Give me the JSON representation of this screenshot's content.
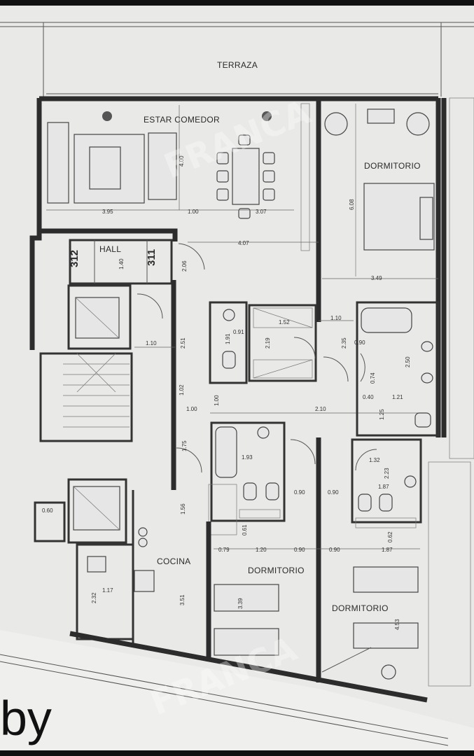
{
  "plan": {
    "rooms": {
      "terraza": "TERRAZA",
      "estar_comedor": "ESTAR COMEDOR",
      "hall": "HALL",
      "unit_312": "312",
      "unit_311": "311",
      "dormitorio_main": "DORMITORIO",
      "cocina": "COCINA",
      "dormitorio_2": "DORMITORIO",
      "dormitorio_3": "DORMITORIO"
    },
    "dimensions": {
      "living_width": "3.95",
      "living_mid": "1.00",
      "dining_width": "3.07",
      "living_height": "4.00",
      "hall_width": "4.07",
      "hall_h": "1.40",
      "main_bed_h": "6.08",
      "main_bed_w": "3.49",
      "corridor_v": "2.06",
      "corridor_w": "1.10",
      "stair_h": "2.51",
      "bath1_w": "0.91",
      "bath1_h": "1.91",
      "laundry_w": "1.52",
      "laundry_h": "2.19",
      "corr2_w": "1.10",
      "corr2_h": "2.35",
      "ensuite_a": "0.90",
      "ensuite_w": "2.50",
      "ensuite_b": "0.74",
      "ensuite_c": "0.40",
      "ensuite_d": "1.21",
      "ensuite_e": "1.25",
      "corr3_a": "1.02",
      "corr3_b": "1.00",
      "corr3_c": "1.00",
      "corr3_w": "2.10",
      "corr3_d": "1.75",
      "bath2_w": "1.93",
      "bath3_w": "1.32",
      "bath3_h": "2.23",
      "bath3_b": "1.87",
      "corr4_a": "0.90",
      "corr4_b": "0.90",
      "corr4_c": "1.56",
      "corr4_d": "0.61",
      "bed2_a": "0.79",
      "bed2_b": "1.20",
      "bed2_c": "0.90",
      "bed2_h": "3.39",
      "bed3_a": "0.90",
      "bed3_b": "1.87",
      "bed3_h": "4.53",
      "bath3_c": "0.62",
      "small_w": "0.60",
      "kitchen_w": "1.17",
      "kitchen_h": "2.32",
      "kitchen_len": "3.51"
    },
    "watermark": [
      "FRANCA",
      "FRANCA"
    ],
    "partial_text": "by"
  }
}
